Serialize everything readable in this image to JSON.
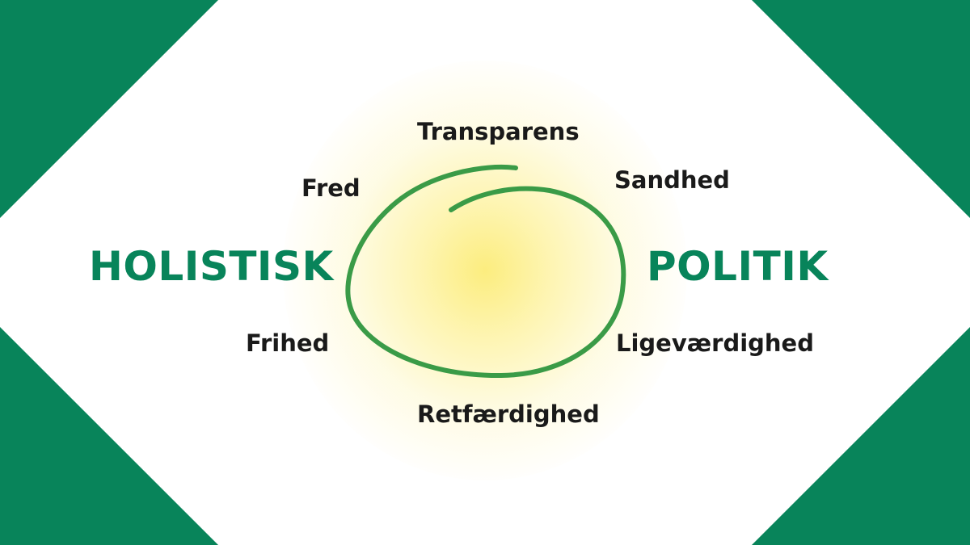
{
  "colors": {
    "brand_green": "#08845A",
    "swirl_green": "#3A9B47",
    "glow_yellow": "#FCEC78",
    "text_dark": "#1A1A1A",
    "background": "#FFFFFF"
  },
  "heading": {
    "left": "HOLISTISK",
    "right": "POLITIK"
  },
  "values": {
    "top": "Transparens",
    "upper_left": "Fred",
    "upper_right": "Sandhed",
    "lower_left": "Frihed",
    "lower_right": "Ligeværdighed",
    "bottom": "Retfærdighed"
  }
}
